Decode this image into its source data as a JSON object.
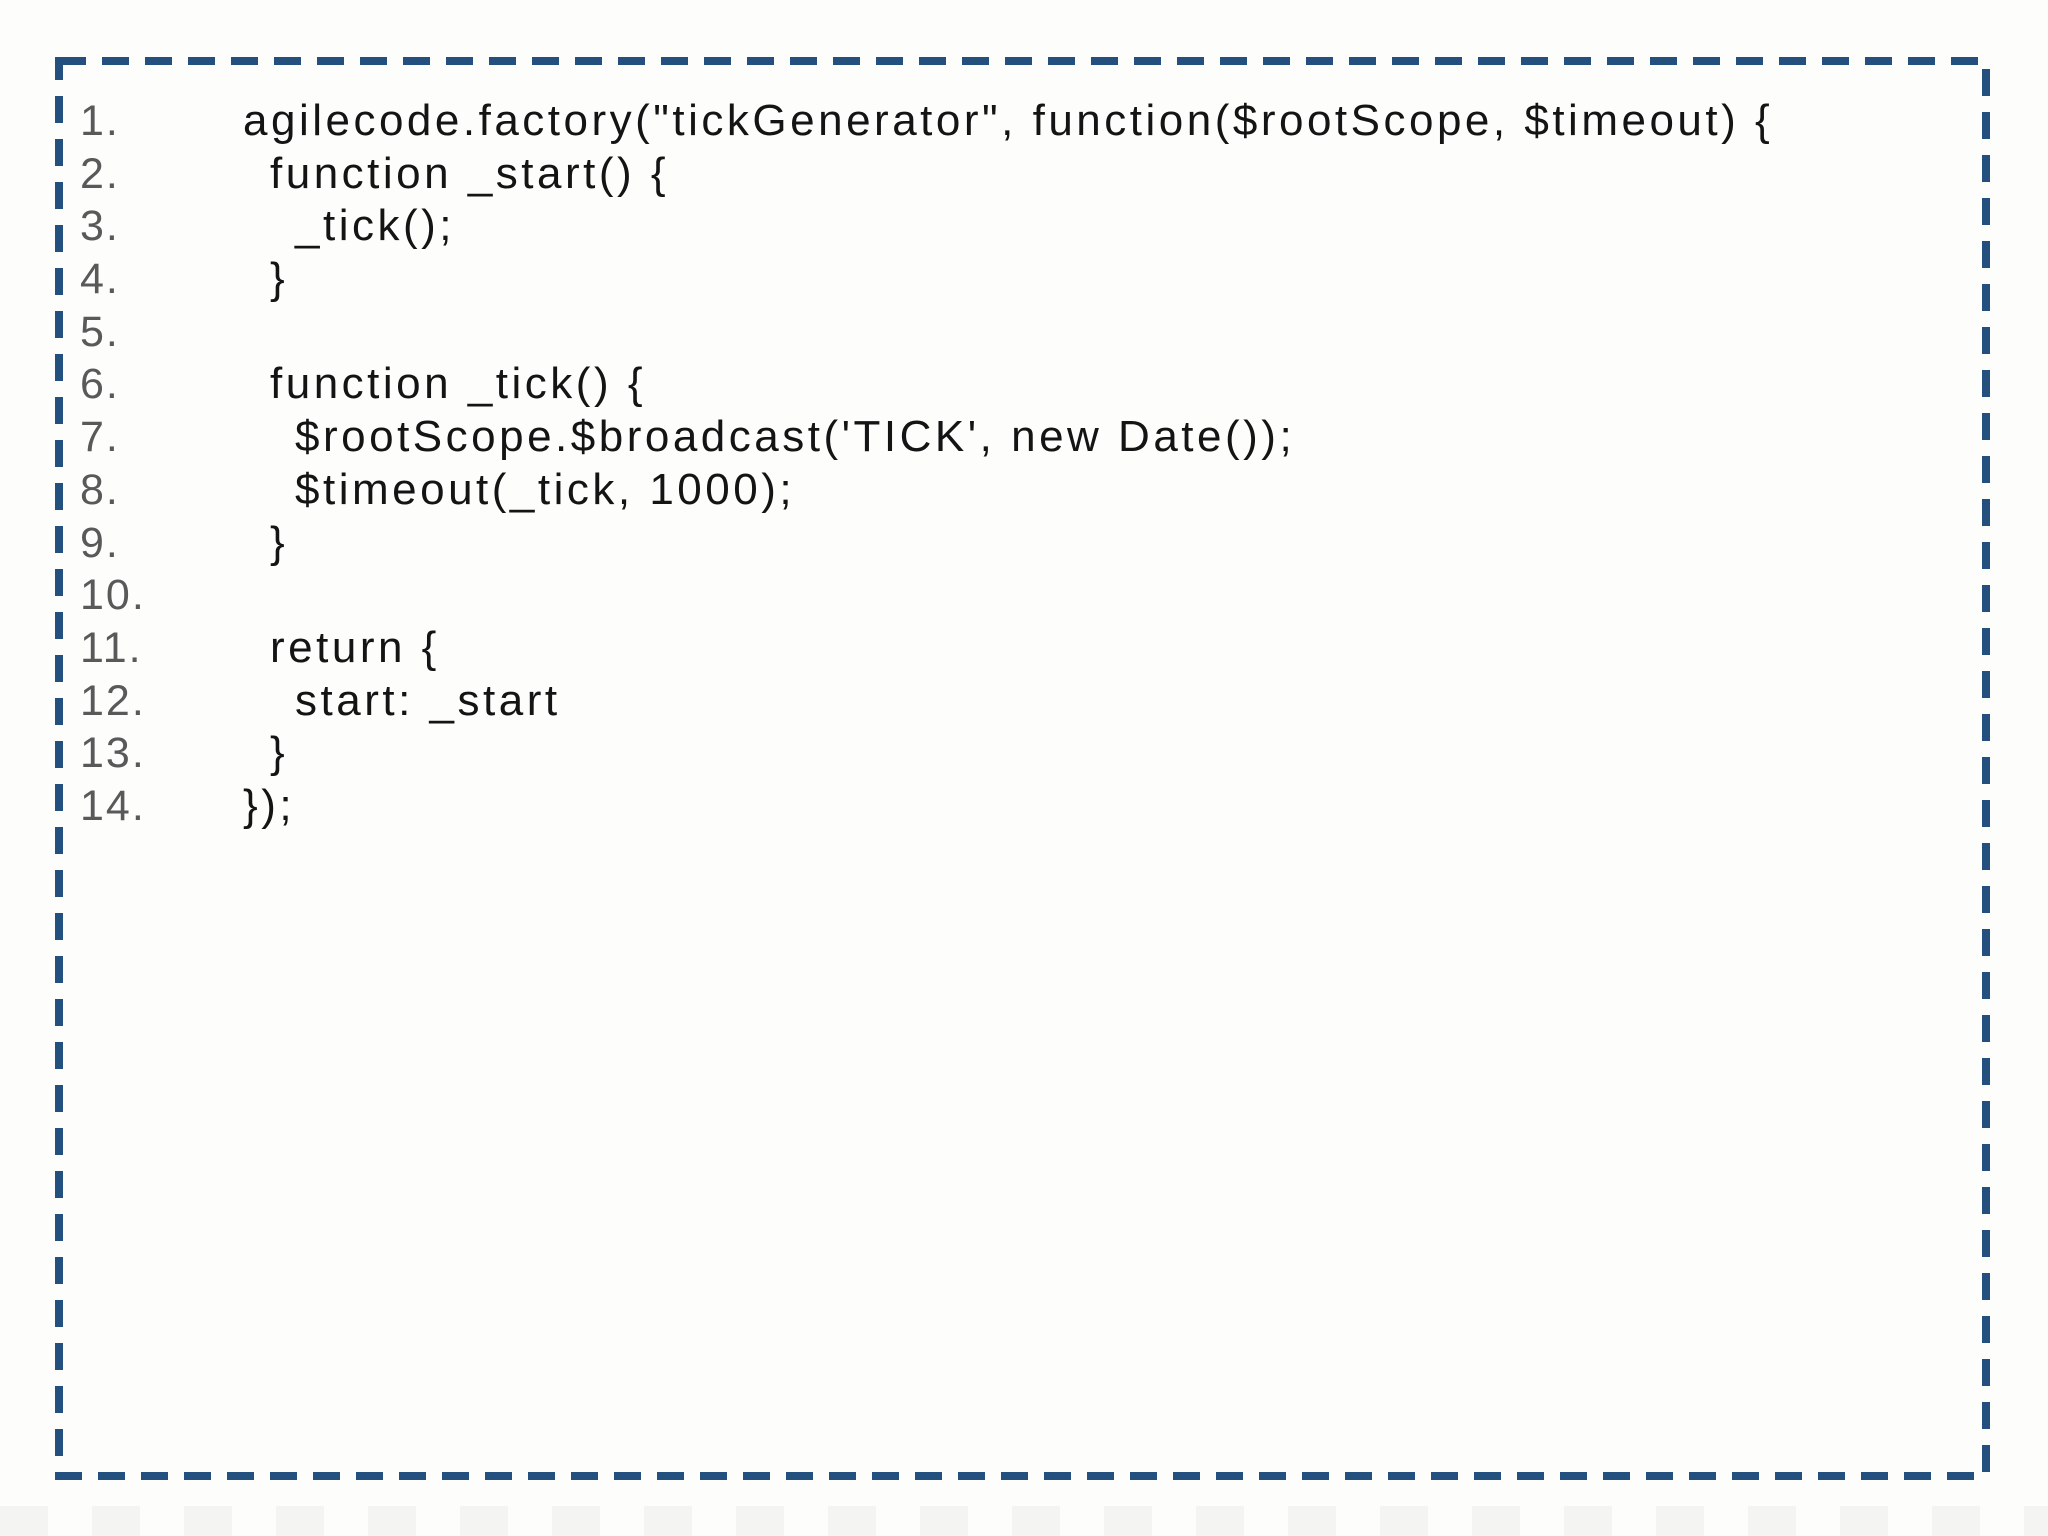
{
  "slide": {
    "colors": {
      "border": "#24507F",
      "line_number": "#595959",
      "code": "#141414",
      "background": "#fdfdfc"
    },
    "code_lines": [
      {
        "num": "1.",
        "indent": 0,
        "code": "agilecode.factory(\"tickGenerator\", function($rootScope, $timeout) {"
      },
      {
        "num": "2.",
        "indent": 1,
        "code": "function _start() {"
      },
      {
        "num": "3.",
        "indent": 2,
        "code": "_tick();"
      },
      {
        "num": "4.",
        "indent": 1,
        "code": "}"
      },
      {
        "num": "5.",
        "indent": 0,
        "code": ""
      },
      {
        "num": "6.",
        "indent": 1,
        "code": "function _tick() {"
      },
      {
        "num": "7.",
        "indent": 2,
        "code": "$rootScope.$broadcast('TICK', new Date());"
      },
      {
        "num": "8.",
        "indent": 2,
        "code": "$timeout(_tick, 1000);"
      },
      {
        "num": "9.",
        "indent": 1,
        "code": "}"
      },
      {
        "num": "10.",
        "indent": 0,
        "code": ""
      },
      {
        "num": "11.",
        "indent": 1,
        "code": "return {"
      },
      {
        "num": "12.",
        "indent": 2,
        "code": "start: _start"
      },
      {
        "num": "13.",
        "indent": 1,
        "code": "}"
      },
      {
        "num": "14.",
        "indent": 0,
        "code": "});"
      }
    ]
  }
}
